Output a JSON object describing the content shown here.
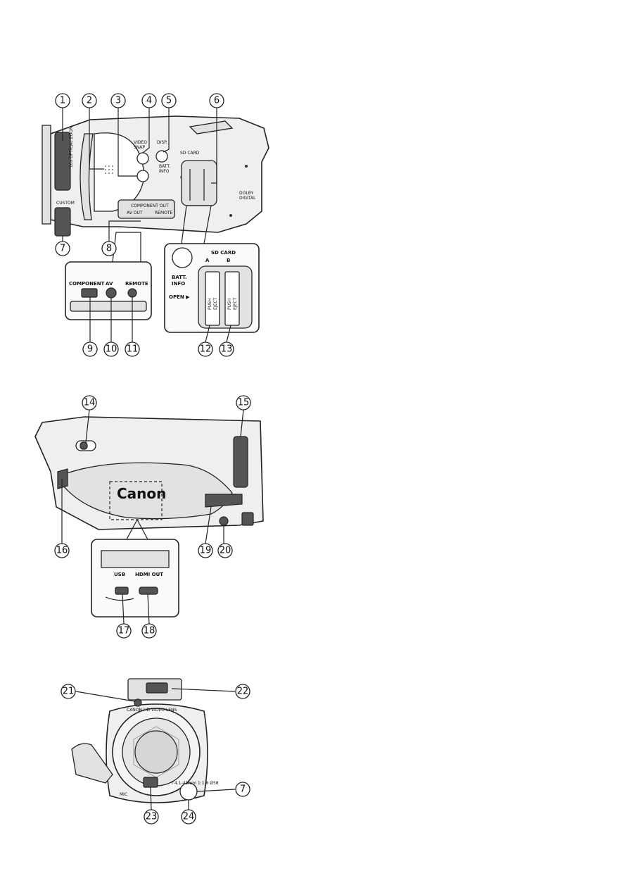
{
  "labels": {
    "optical_zoom": "10x OPTICAL ZOOM",
    "custom": "CUSTOM",
    "video_snap_1": "VIDEO",
    "video_snap_2": "SNAP",
    "disp": "DISP.",
    "batt_info_1": "BATT.",
    "batt_info_2": "INFO",
    "sd_card": "SD CARD",
    "slot_a": "A",
    "slot_b": "B",
    "open": "OPEN ▶",
    "component_out": "COMPONENT OUT",
    "av_out": "AV OUT",
    "remote": "REMOTE",
    "component": "COMPONENT",
    "av": "AV",
    "push_eject_1": "PUSH",
    "push_eject_2": "EJECT",
    "dolby_1": "DOLBY",
    "dolby_2": "DIGITAL",
    "canon": "Canon",
    "usb": "USB",
    "hdmi_out": "HDMI OUT",
    "lens_text": "CANON HD VIDEO LENS",
    "lens_spec": "f 4.1-41mm 1:1.8 Ø58",
    "mic": "MIC"
  },
  "callouts": [
    "1",
    "2",
    "3",
    "4",
    "5",
    "6",
    "7",
    "8",
    "9",
    "10",
    "11",
    "12",
    "13",
    "14",
    "15",
    "16",
    "17",
    "18",
    "19",
    "20",
    "21",
    "22",
    "7",
    "23",
    "24"
  ]
}
